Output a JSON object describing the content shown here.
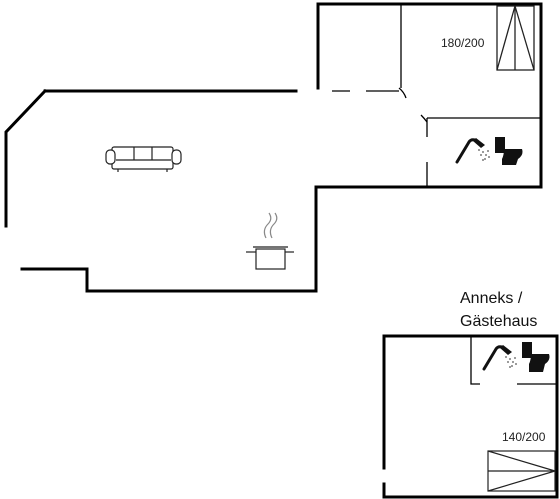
{
  "floorplan": {
    "main_house": {
      "bed_label": "180/200",
      "icons": [
        "sofa-icon",
        "cooking-pot-icon",
        "shower-icon",
        "toilet-icon",
        "bed-icon"
      ]
    },
    "annex": {
      "title_line1": "Anneks /",
      "title_line2": "Gästehaus",
      "bed_label": "140/200",
      "icons": [
        "shower-icon",
        "toilet-icon",
        "bed-icon"
      ]
    },
    "colors": {
      "wall": "#000000",
      "furniture": "#222222",
      "background": "#ffffff"
    }
  }
}
